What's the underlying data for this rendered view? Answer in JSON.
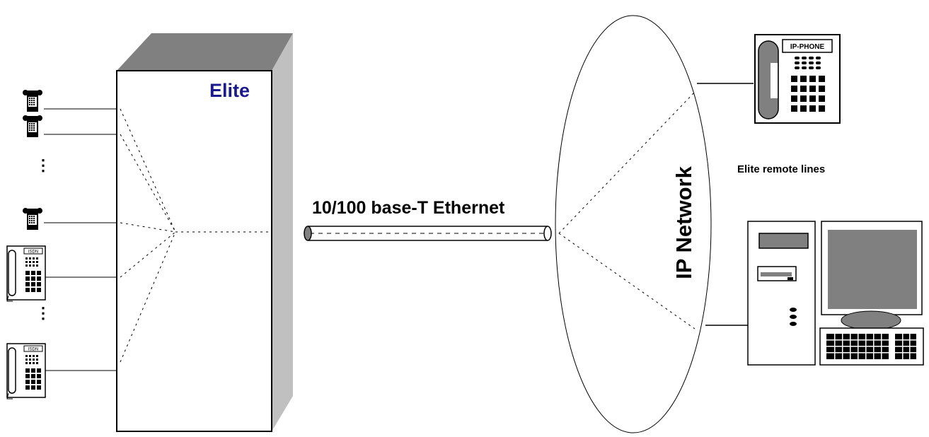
{
  "labels": {
    "cabinet": "Elite",
    "link": "10/100 base-T Ethernet",
    "network": "IP Network",
    "remote": "Elite remote lines",
    "ip_phone_display": "IP-PHONE",
    "isdn_phone_display": "ISDN"
  },
  "local_extensions": [
    {
      "type": "analog-phone"
    },
    {
      "type": "analog-phone"
    },
    {
      "type": "ellipsis"
    },
    {
      "type": "analog-phone"
    },
    {
      "type": "isdn-phone"
    },
    {
      "type": "ellipsis"
    },
    {
      "type": "isdn-phone"
    }
  ],
  "remote_devices": [
    {
      "type": "ip-phone"
    },
    {
      "type": "pc"
    }
  ],
  "colors": {
    "cabinet_label": "#1a1a8c",
    "cabinet_top": "#808080",
    "cabinet_side": "#c0c0c0",
    "lines": "#000000"
  }
}
